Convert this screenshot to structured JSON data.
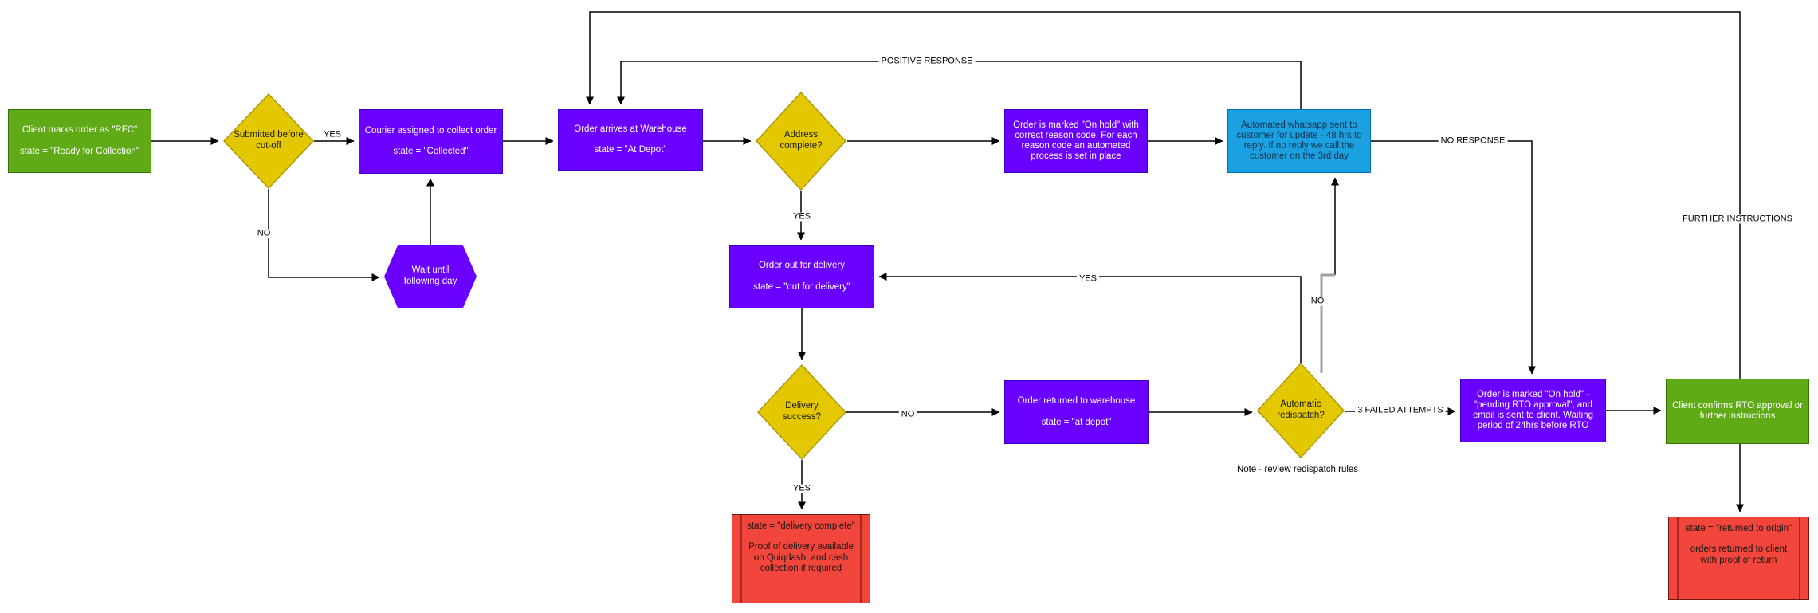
{
  "diagram": {
    "nodes": {
      "rfc": {
        "line1": "Client marks order as \"RFC\"",
        "line2": "state = \"Ready for Collection\""
      },
      "cutoff": {
        "label": "Submitted before cut-off"
      },
      "courier": {
        "line1": "Courier assigned to collect order",
        "line2": "state = \"Collected\""
      },
      "warehouse": {
        "line1": "Order arrives at Warehouse",
        "line2": "state = \"At Depot\""
      },
      "address": {
        "label": "Address complete?"
      },
      "onhold": {
        "label": "Order is marked \"On hold\" with correct reason code. For each reason code an automated process is set in place"
      },
      "whatsapp": {
        "label": "Automated whatsapp sent to customer for update - 48 hrs to reply. If no reply we call the customer on the 3rd day"
      },
      "wait": {
        "label": "Wait until following day"
      },
      "out_for_delivery": {
        "line1": "Order out for delivery",
        "line2": "state = \"out for delivery\""
      },
      "delivery_success": {
        "label": "Delivery success?"
      },
      "returned_warehouse": {
        "line1": "Order returned to warehouse",
        "line2": "state = \"at depot\""
      },
      "redispatch": {
        "label": "Automatic redispatch?"
      },
      "rto_hold": {
        "label": "Order is marked \"On hold\" - \"pending RTO approval\", and email is sent to client. Waiting period of 24hrs before RTO"
      },
      "client_confirms": {
        "label": "Client confirms RTO approval or further instructions"
      },
      "delivery_complete": {
        "line1": "state = \"delivery complete\"",
        "line2": "Proof of delivery available on Quiqdash, and cash collection if required"
      },
      "returned_origin": {
        "line1": "state = \"returned to origin\"",
        "line2": "orders returned to client with proof of return"
      },
      "note": "Note - review redispatch rules"
    },
    "edge_labels": {
      "yes_cutoff": "YES",
      "no_cutoff": "NO",
      "positive_response": "POSITIVE RESPONSE",
      "no_response": "NO RESPONSE",
      "further_instructions": "FURTHER INSTRUCTIONS",
      "yes_address": "YES",
      "yes_delivery": "YES",
      "no_delivery": "NO",
      "yes_redispatch": "YES",
      "no_redispatch": "NO",
      "three_failed": "3 FAILED ATTEMPTS"
    },
    "colors": {
      "green": "#60a917",
      "purple": "#6a00ff",
      "yellow": "#e3c800",
      "blue": "#1ba1e2",
      "red": "#f2463c",
      "line": "#000000"
    }
  }
}
